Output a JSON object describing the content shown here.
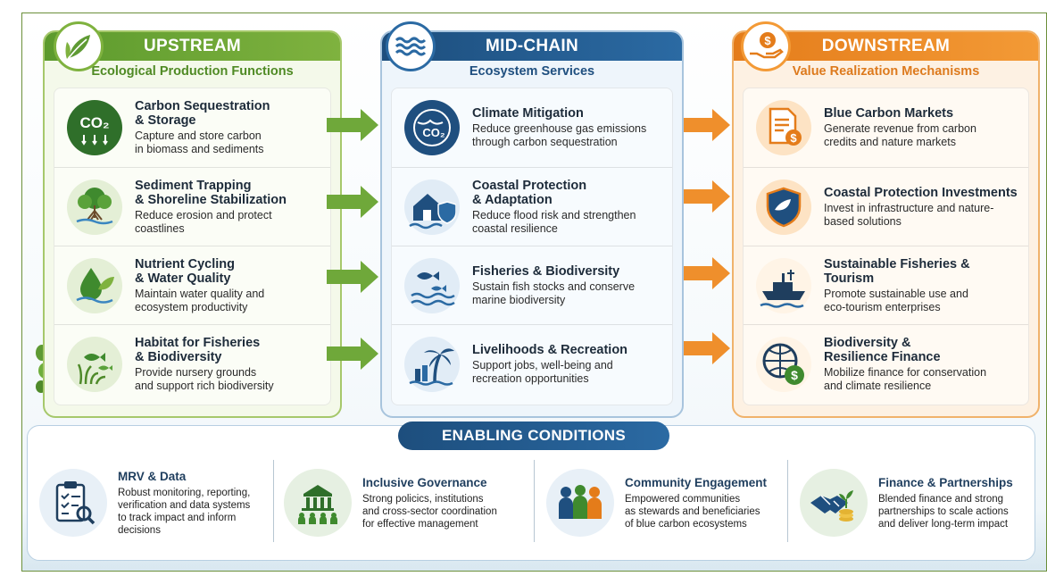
{
  "upstream": {
    "title": "UPSTREAM",
    "subtitle": "Ecological Production Functions",
    "items": [
      {
        "title_line1": "Carbon Sequestration",
        "title_line2": "& Storage",
        "desc_line1": "Capture and store carbon",
        "desc_line2": "in biomass and sediments",
        "icon": "co2-icon",
        "icon_text": "CO₂"
      },
      {
        "title_line1": "Sediment Trapping",
        "title_line2": "& Shoreline Stabilization",
        "desc_line1": "Reduce erosion and protect",
        "desc_line2": "coastlines",
        "icon": "mangrove-tree-icon"
      },
      {
        "title_line1": "Nutrient Cycling",
        "title_line2": "& Water Quality",
        "desc_line1": "Maintain water quality and",
        "desc_line2": "ecosystem productivity",
        "icon": "water-drop-leaf-icon"
      },
      {
        "title_line1": "Habitat for Fisheries",
        "title_line2": "& Biodiversity",
        "desc_line1": "Provide nursery grounds",
        "desc_line2": "and support rich biodiversity",
        "icon": "fish-seagrass-icon"
      }
    ]
  },
  "midchain": {
    "title": "MID-CHAIN",
    "subtitle": "Ecosystem Services",
    "items": [
      {
        "title_line1": "Climate Mitigation",
        "title_line2": "",
        "desc_line1": "Reduce greenhouse gas emissions",
        "desc_line2": "through carbon sequestration",
        "icon": "globe-co2-icon",
        "icon_text": "CO₂"
      },
      {
        "title_line1": "Coastal Protection",
        "title_line2": "& Adaptation",
        "desc_line1": "Reduce flood risk and strengthen",
        "desc_line2": "coastal resilience",
        "icon": "house-shield-icon"
      },
      {
        "title_line1": "Fisheries & Biodiversity",
        "title_line2": "",
        "desc_line1": "Sustain fish stocks and conserve",
        "desc_line2": "marine biodiversity",
        "icon": "fish-waves-icon"
      },
      {
        "title_line1": "Livelihoods & Recreation",
        "title_line2": "",
        "desc_line1": "Support jobs, well-being and",
        "desc_line2": "recreation opportunities",
        "icon": "palm-tree-icon"
      }
    ]
  },
  "downstream": {
    "title": "DOWNSTREAM",
    "subtitle": "Value Realization Mechanisms",
    "items": [
      {
        "title_line1": "Blue Carbon Markets",
        "title_line2": "",
        "desc_line1": "Generate revenue from carbon",
        "desc_line2": "credits and nature markets",
        "icon": "document-dollar-icon",
        "icon_text": "$"
      },
      {
        "title_line1": "Coastal Protection Investments",
        "title_line2": "",
        "desc_line1": "Invest in infrastructure and nature-",
        "desc_line2": "based solutions",
        "icon": "shield-icon"
      },
      {
        "title_line1": "Sustainable Fisheries & Tourism",
        "title_line2": "",
        "desc_line1": "Promote sustainable use and",
        "desc_line2": "eco-tourism enterprises",
        "icon": "boat-icon"
      },
      {
        "title_line1": "Biodiversity &",
        "title_line2": "Resilience Finance",
        "desc_line1": "Mobilize finance for conservation",
        "desc_line2": "and climate resilience",
        "icon": "globe-dollar-icon",
        "icon_text": "$"
      }
    ]
  },
  "enabling": {
    "title": "ENABLING CONDITIONS",
    "items": [
      {
        "title": "MRV & Data",
        "lines": [
          "Robust monitoring, reporting,",
          "verification and data systems",
          "to track impact and inform",
          "decisions"
        ],
        "icon": "clipboard-magnifier-icon"
      },
      {
        "title": "Inclusive Governance",
        "lines": [
          "Strong policics, institutions",
          "and cross-sector coordination",
          "for effective management"
        ],
        "icon": "institution-people-icon"
      },
      {
        "title": "Community Engagement",
        "lines": [
          "Empowered communities",
          "as stewards and beneficiaries",
          "of blue carbon ecosystems"
        ],
        "icon": "people-group-icon"
      },
      {
        "title": "Finance & Partnerships",
        "lines": [
          "Blended finance and strong",
          "partnerships to scale actions",
          "and deliver long-term impact"
        ],
        "icon": "handshake-coins-icon"
      }
    ]
  },
  "colors": {
    "upstream": "#5c9a2d",
    "midchain": "#1d4e7d",
    "downstream": "#e47c1a",
    "arrow_green": "#6fa83a",
    "arrow_orange": "#ef8f2c"
  }
}
